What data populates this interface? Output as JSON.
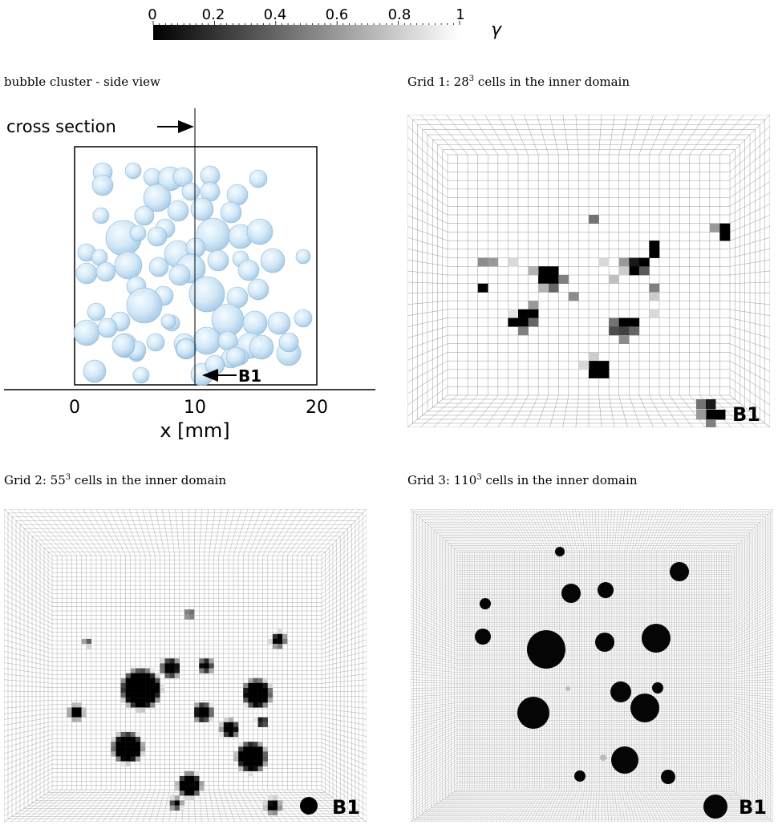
{
  "colorbar": {
    "ticks": [
      "0",
      "0.2",
      "0.4",
      "0.6",
      "0.8",
      "1"
    ],
    "symbol": "γ",
    "gradient": [
      "#000000",
      "#ffffff"
    ]
  },
  "side_view": {
    "title": "bubble cluster - side view",
    "cross_section_label": "cross section",
    "b1_label": "B1",
    "x_ticks": [
      "0",
      "10",
      "20"
    ],
    "xlabel": "x [mm]",
    "bubble_color": "#cfe6f6"
  },
  "grid1": {
    "title_prefix": "Grid 1: 28",
    "title_exp": "3",
    "title_suffix": " cells in the inner domain",
    "b1_label": "B1"
  },
  "grid2": {
    "title_prefix": "Grid 2: 55",
    "title_exp": "3",
    "title_suffix": " cells in the inner domain",
    "b1_label": "B1"
  },
  "grid3": {
    "title_prefix": "Grid 3: 110",
    "title_exp": "3",
    "title_suffix": " cells in the inner domain",
    "b1_label": "B1"
  }
}
